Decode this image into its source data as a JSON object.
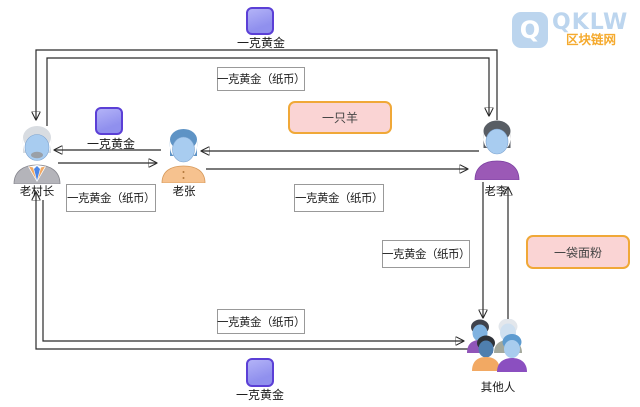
{
  "diagram_title": "",
  "watermark": {
    "q": "Q",
    "name": "QKLW",
    "tagline": "区块链网"
  },
  "actors": {
    "chief": "老村长",
    "zhang": "老张",
    "li": "老李",
    "others": "其他人"
  },
  "labels": {
    "gold_top": "一克黄金",
    "note_top": "一克黄金（纸币）",
    "gold_mid": "一克黄金",
    "note_mid_left": "一克黄金（纸币）",
    "note_mid_center": "一克黄金（纸币）",
    "sheep": "一只羊",
    "note_right": "一克黄金（纸币）",
    "flour": "一袋面粉",
    "note_bottom": "一克黄金（纸币）",
    "gold_bottom": "一克黄金"
  },
  "edges": [
    {
      "from": "老李",
      "to": "老村长",
      "item": "一克黄金"
    },
    {
      "from": "老村长",
      "to": "老李",
      "item": "一克黄金（纸币）"
    },
    {
      "from": "老张",
      "to": "老村长",
      "item": "一克黄金"
    },
    {
      "from": "老村长",
      "to": "老张",
      "item": "一克黄金（纸币）"
    },
    {
      "from": "老李",
      "to": "老张",
      "item": "一只羊"
    },
    {
      "from": "老张",
      "to": "老李",
      "item": "一克黄金（纸币）"
    },
    {
      "from": "老李",
      "to": "其他人",
      "item": "一克黄金（纸币）"
    },
    {
      "from": "其他人",
      "to": "老李",
      "item": "一袋面粉"
    },
    {
      "from": "老村长",
      "to": "其他人",
      "item": "一克黄金（纸币）"
    },
    {
      "from": "其他人",
      "to": "老村长",
      "item": "一克黄金"
    }
  ],
  "colors": {
    "line": "#2a2a2a",
    "text": "#333333",
    "gold_fill": "#9090ee",
    "gold_border": "#5b3fd6",
    "pink_fill": "#fad4d4",
    "pink_border": "#f0a838",
    "note_border": "#999999",
    "wm_blue": "#b9d3ee",
    "wm_orange": "#f5a623"
  }
}
